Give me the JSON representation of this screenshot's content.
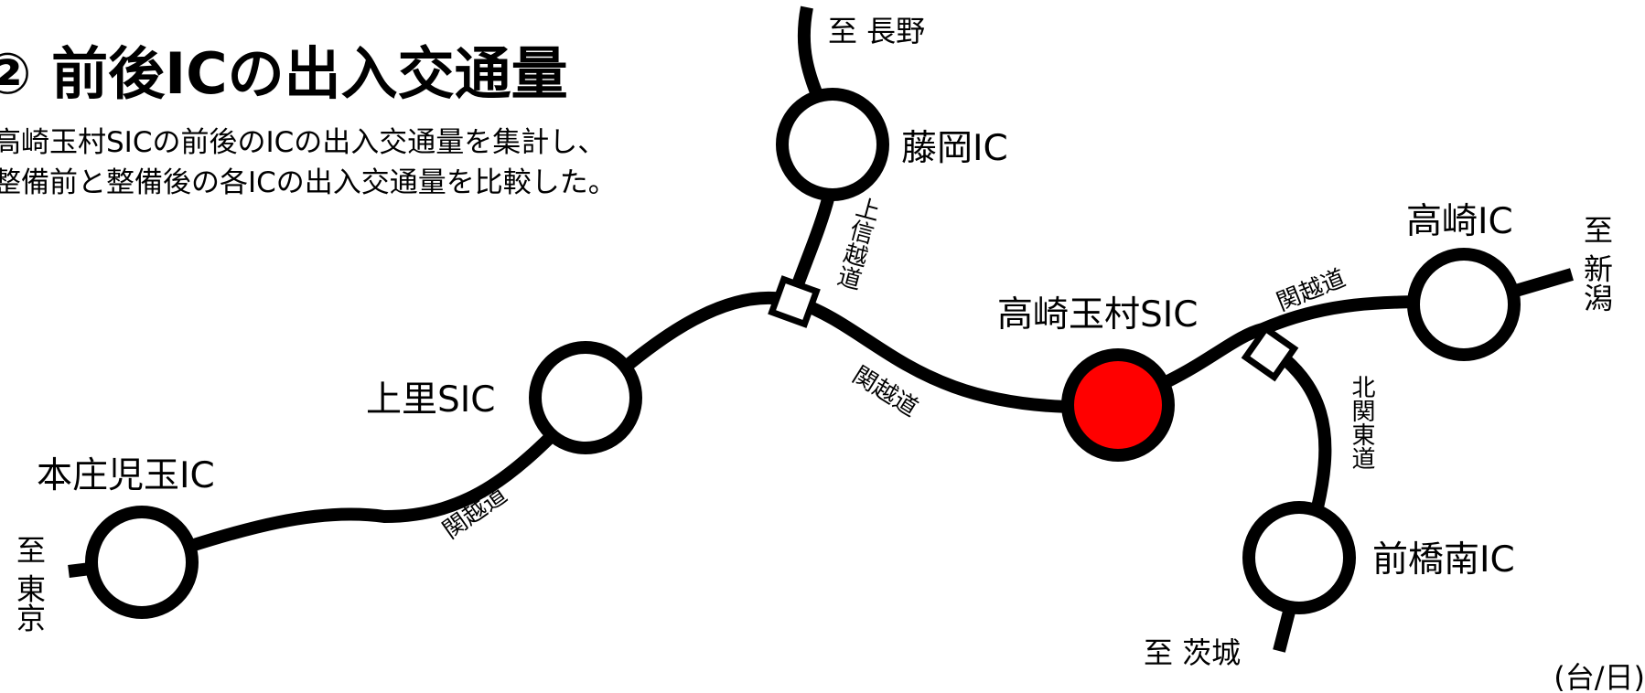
{
  "title": "② 前後ICの出入交通量",
  "description": [
    "高崎玉村SICの前後のICの出入交通量を集計し、",
    "整備前と整備後の各ICの出入交通量を比較した。"
  ],
  "unit": "(台/日)",
  "colors": {
    "line": "#000000",
    "target_node": "#ff0000",
    "node_fill": "#ffffff"
  },
  "nodes": {
    "honjo_kodama": "本庄児玉IC",
    "kamisato": "上里SIC",
    "fujioka": "藤岡IC",
    "takasaki_tamamura": "高崎玉村SIC",
    "takasaki": "高崎IC",
    "maebashi_minami": "前橋南IC"
  },
  "roads": {
    "kanetsu": "関越道",
    "joshinetsu": "上信越道",
    "kitakanto": "北関東道"
  },
  "destinations": {
    "tokyo": "至 東京",
    "nagano": "至 長野",
    "niigata": "至 新潟",
    "ibaraki": "至 茨城"
  }
}
